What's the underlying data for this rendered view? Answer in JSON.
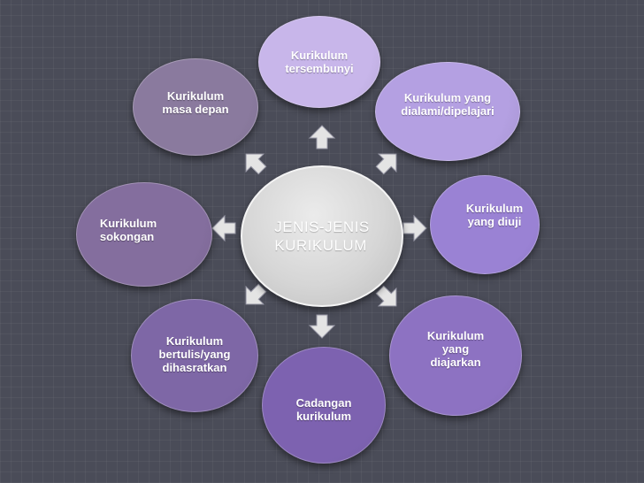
{
  "colors": {
    "background": "#4a4c58",
    "center": "#d6d6d6",
    "arrow": "#e4e4e4"
  },
  "center": {
    "label": "JENIS-JENIS\nKURIKULUM"
  },
  "nodes": [
    {
      "id": "tersembunyi",
      "label": "Kurikulum\ntersembunyi",
      "color": "#c8b6ea"
    },
    {
      "id": "dialami",
      "label": "Kurikulum yang\ndialami/dipelajari",
      "color": "#b4a0e2"
    },
    {
      "id": "diuji",
      "label": "Kurikulum\nyang diuji",
      "color": "#9a82d4"
    },
    {
      "id": "diajarkan",
      "label": "Kurikulum\nyang\ndiajarkan",
      "color": "#8d72c2"
    },
    {
      "id": "cadangan",
      "label": "Cadangan\nkurikulum",
      "color": "#7d62b0"
    },
    {
      "id": "bertulis",
      "label": "Kurikulum\nbertulis/yang\ndihasratkan",
      "color": "#7e67a6"
    },
    {
      "id": "sokongan",
      "label": "Kurikulum\nsokongan",
      "color": "#846e9e"
    },
    {
      "id": "masa-depan",
      "label": "Kurikulum\nmasa depan",
      "color": "#8a7a9e"
    }
  ],
  "icons": {
    "bullet": "triangle-bullet-icon",
    "arrow": "block-arrow-icon"
  }
}
